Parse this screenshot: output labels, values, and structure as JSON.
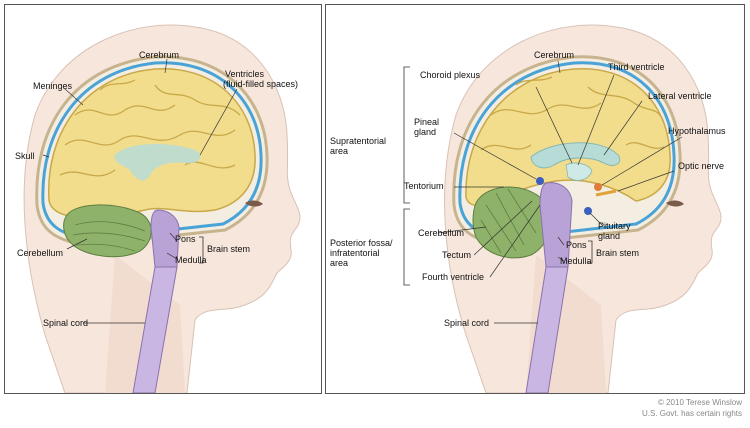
{
  "left_panel": {
    "labels": {
      "cerebrum": "Cerebrum",
      "ventricles_line1": "Ventricles",
      "ventricles_line2": "(fluid-filled spaces)",
      "meninges": "Meninges",
      "skull": "Skull",
      "cerebellum": "Cerebellum",
      "pons": "Pons",
      "medulla": "Medulla",
      "brain_stem": "Brain stem",
      "spinal_cord": "Spinal cord"
    }
  },
  "right_panel": {
    "labels": {
      "cerebrum": "Cerebrum",
      "third_ventricle": "Third ventricle",
      "choroid_plexus": "Choroid plexus",
      "lateral_ventricle": "Lateral ventricle",
      "pineal_line1": "Pineal",
      "pineal_line2": "gland",
      "hypothalamus": "Hypothalamus",
      "supratentorial_line1": "Supratentorial",
      "supratentorial_line2": "area",
      "optic_nerve": "Optic nerve",
      "tentorium": "Tentorium",
      "posterior_line1": "Posterior fossa/",
      "posterior_line2": "infratentorial",
      "posterior_line3": "area",
      "cerebellum": "Cerebellum",
      "pituitary_line1": "Pituitary",
      "pituitary_line2": "gland",
      "tectum": "Tectum",
      "pons": "Pons",
      "medulla": "Medulla",
      "brain_stem": "Brain stem",
      "fourth_ventricle": "Fourth ventricle",
      "spinal_cord": "Spinal cord"
    }
  },
  "credit": {
    "line1": "© 2010 Terese Winslow",
    "line2": "U.S. Govt. has certain rights"
  },
  "colors": {
    "cerebrum": "#f2dd8c",
    "cerebrum_fold": "#c9a84a",
    "cerebellum": "#8fb26a",
    "brainstem": "#b9a2d6",
    "meninges": "#4aa3d6",
    "skin": "#f7e6dc",
    "ventricle": "#b7dcd8"
  }
}
